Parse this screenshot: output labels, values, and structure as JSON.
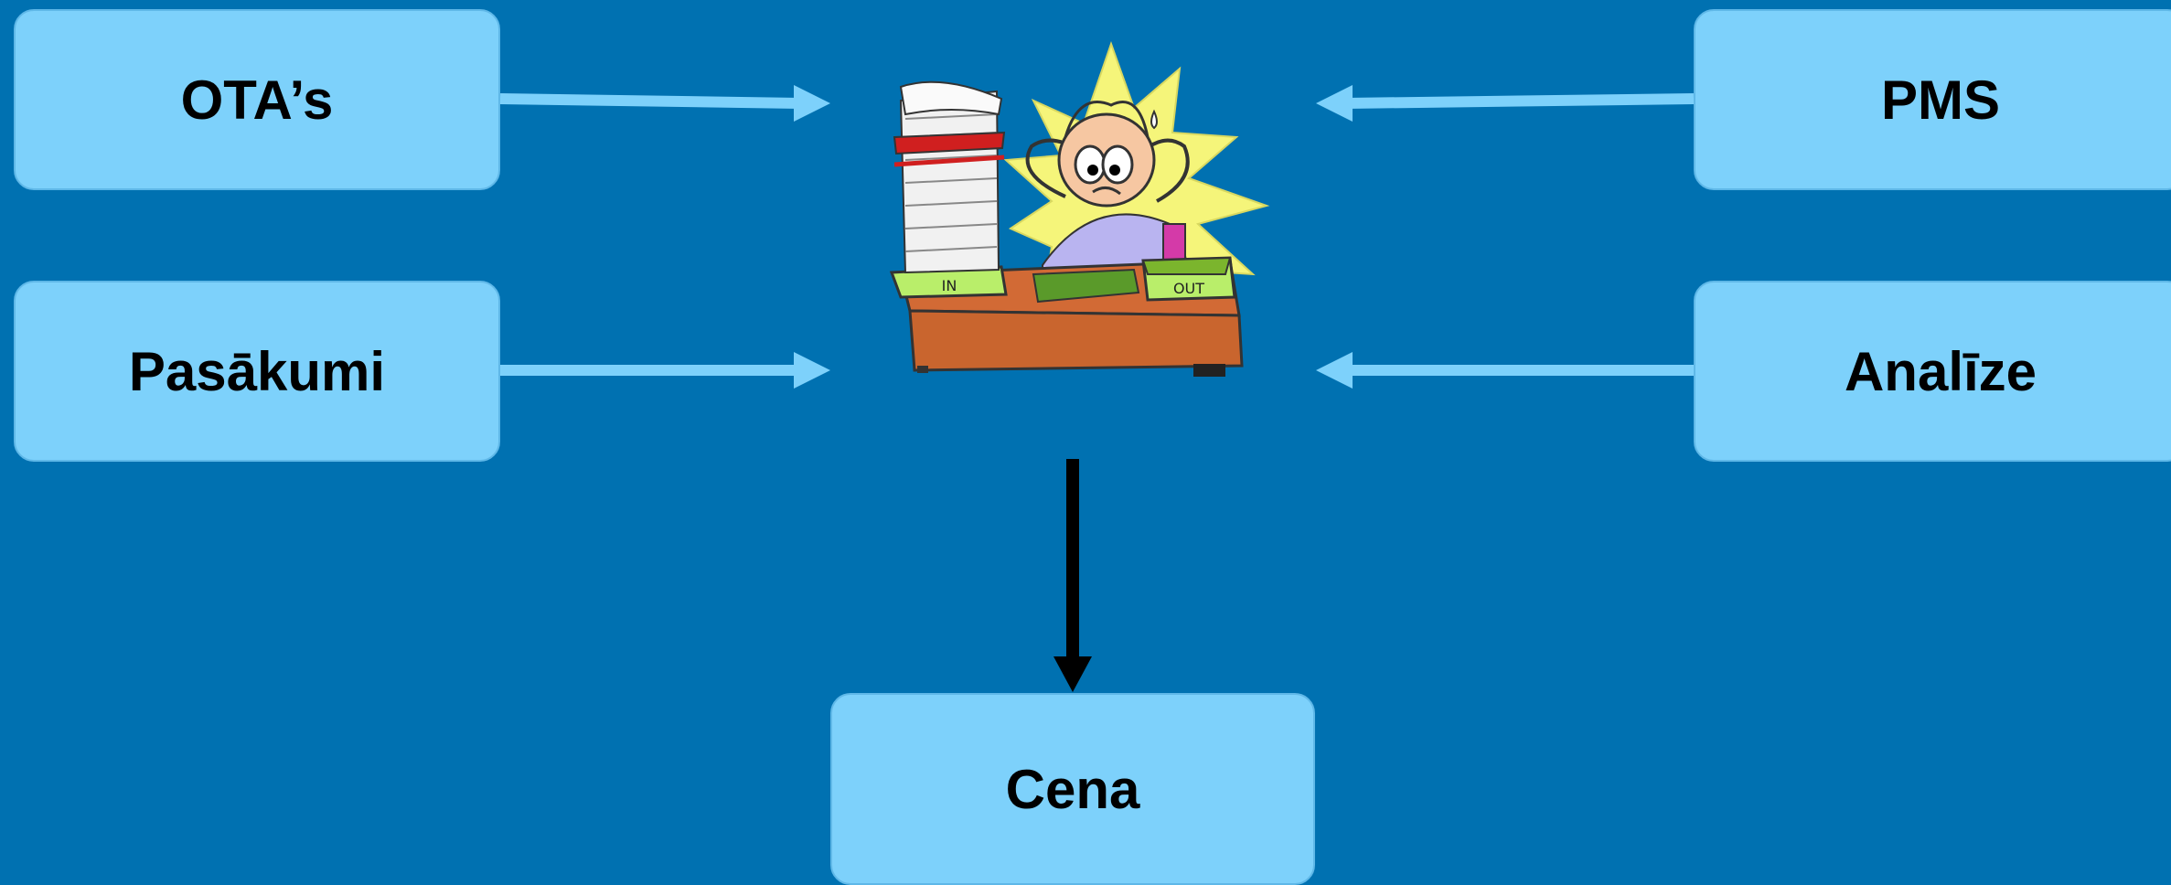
{
  "boxes": {
    "otas": "OTA’s",
    "pasakumi": "Pasākumi",
    "pms": "PMS",
    "analize": "Analīze",
    "cena": "Cena"
  },
  "illustration": {
    "in_label": "IN",
    "out_label": "OUT"
  },
  "colors": {
    "background": "#0071b1",
    "box_fill": "#7dd1fb",
    "input_arrow": "#7dd1fb",
    "output_arrow": "#000000"
  }
}
